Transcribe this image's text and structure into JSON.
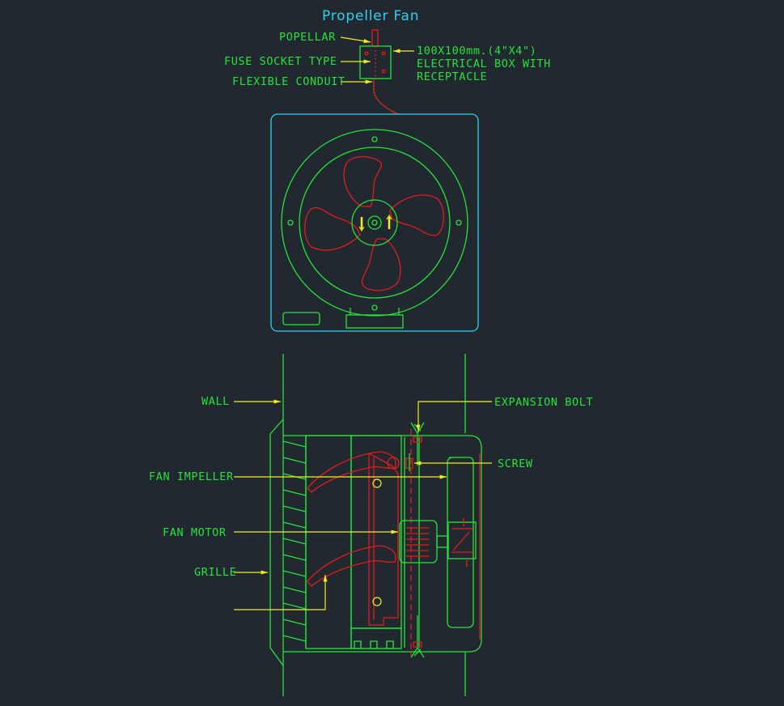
{
  "title": "Propeller Fan",
  "top_labels": {
    "popellar": "POPELLAR",
    "fuse_socket": "FUSE SOCKET TYPE",
    "flexible_conduit": "FLEXIBLE CONDUIT",
    "box_line1": "100X100mm.(4\"X4\")",
    "box_line2": "ELECTRICAL BOX WITH",
    "box_line3": "RECEPTACLE"
  },
  "section_labels": {
    "wall": "WALL",
    "expansion_bolt": "EXPANSION BOLT",
    "screw": "SCREW",
    "fan_impeller": "FAN IMPELLER",
    "fan_motor": "FAN MOTOR",
    "grille": "GRILLE"
  },
  "colors": {
    "background": "#212830",
    "linework": "#25e33a",
    "detail": "#e41b1b",
    "leader": "#f2ee1c",
    "outline": "#2fd1f0"
  }
}
